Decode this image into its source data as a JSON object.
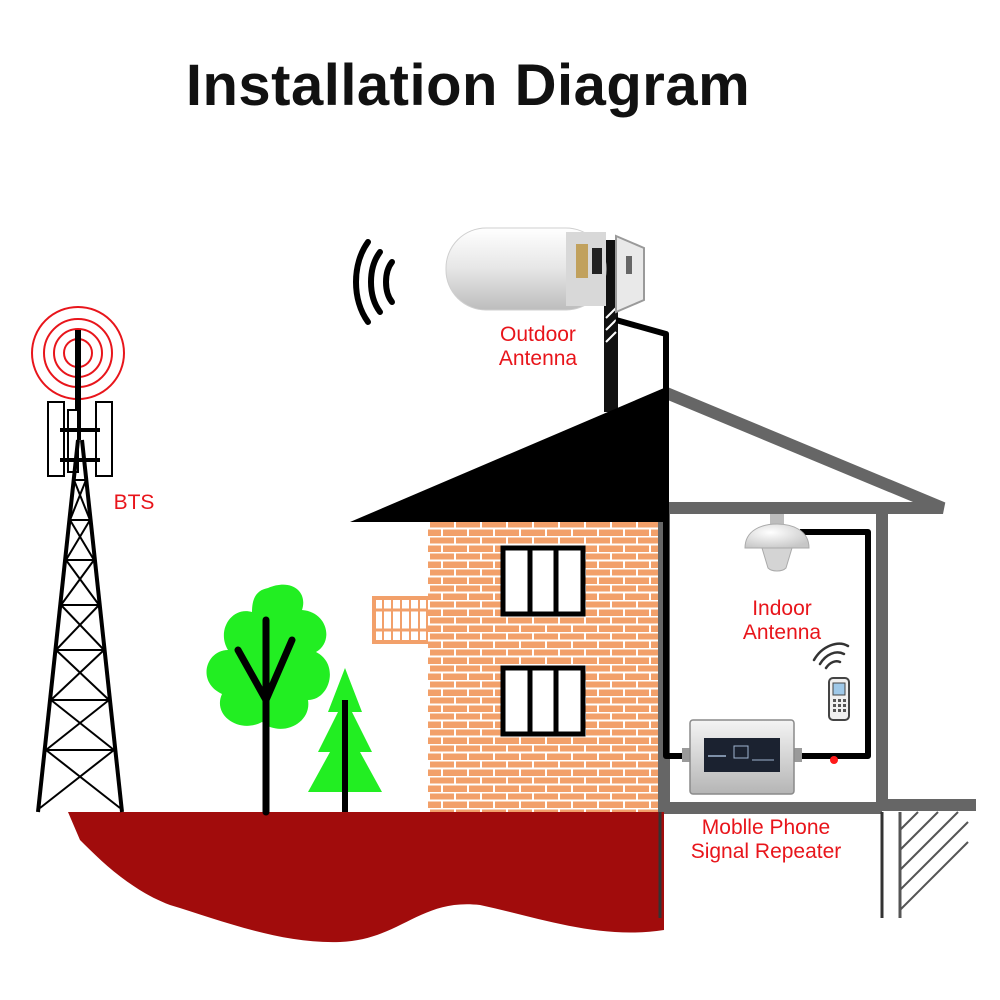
{
  "title": "Installation Diagram",
  "labels": {
    "bts": "BTS",
    "outdoor_antenna": [
      "Outdoor",
      "Antenna"
    ],
    "indoor_antenna": [
      "Indoor",
      "Antenna"
    ],
    "repeater": [
      "Moblle Phone",
      "Signal Repeater"
    ]
  },
  "colors": {
    "label_red": "#e8151b",
    "brick": "#f2a06a",
    "brick_line": "#ffffff",
    "ground": "#a10c0c",
    "tree_green": "#22ee22",
    "roof": "#000000",
    "house_frame": "#666666",
    "bts_signal": "#e8151b"
  },
  "icons": [
    "bts-tower",
    "outdoor-antenna",
    "signal-waves-icon",
    "indoor-ceiling-antenna",
    "mobile-phone-icon",
    "signal-repeater",
    "tree-icon",
    "window-icon",
    "balcony-icon"
  ]
}
